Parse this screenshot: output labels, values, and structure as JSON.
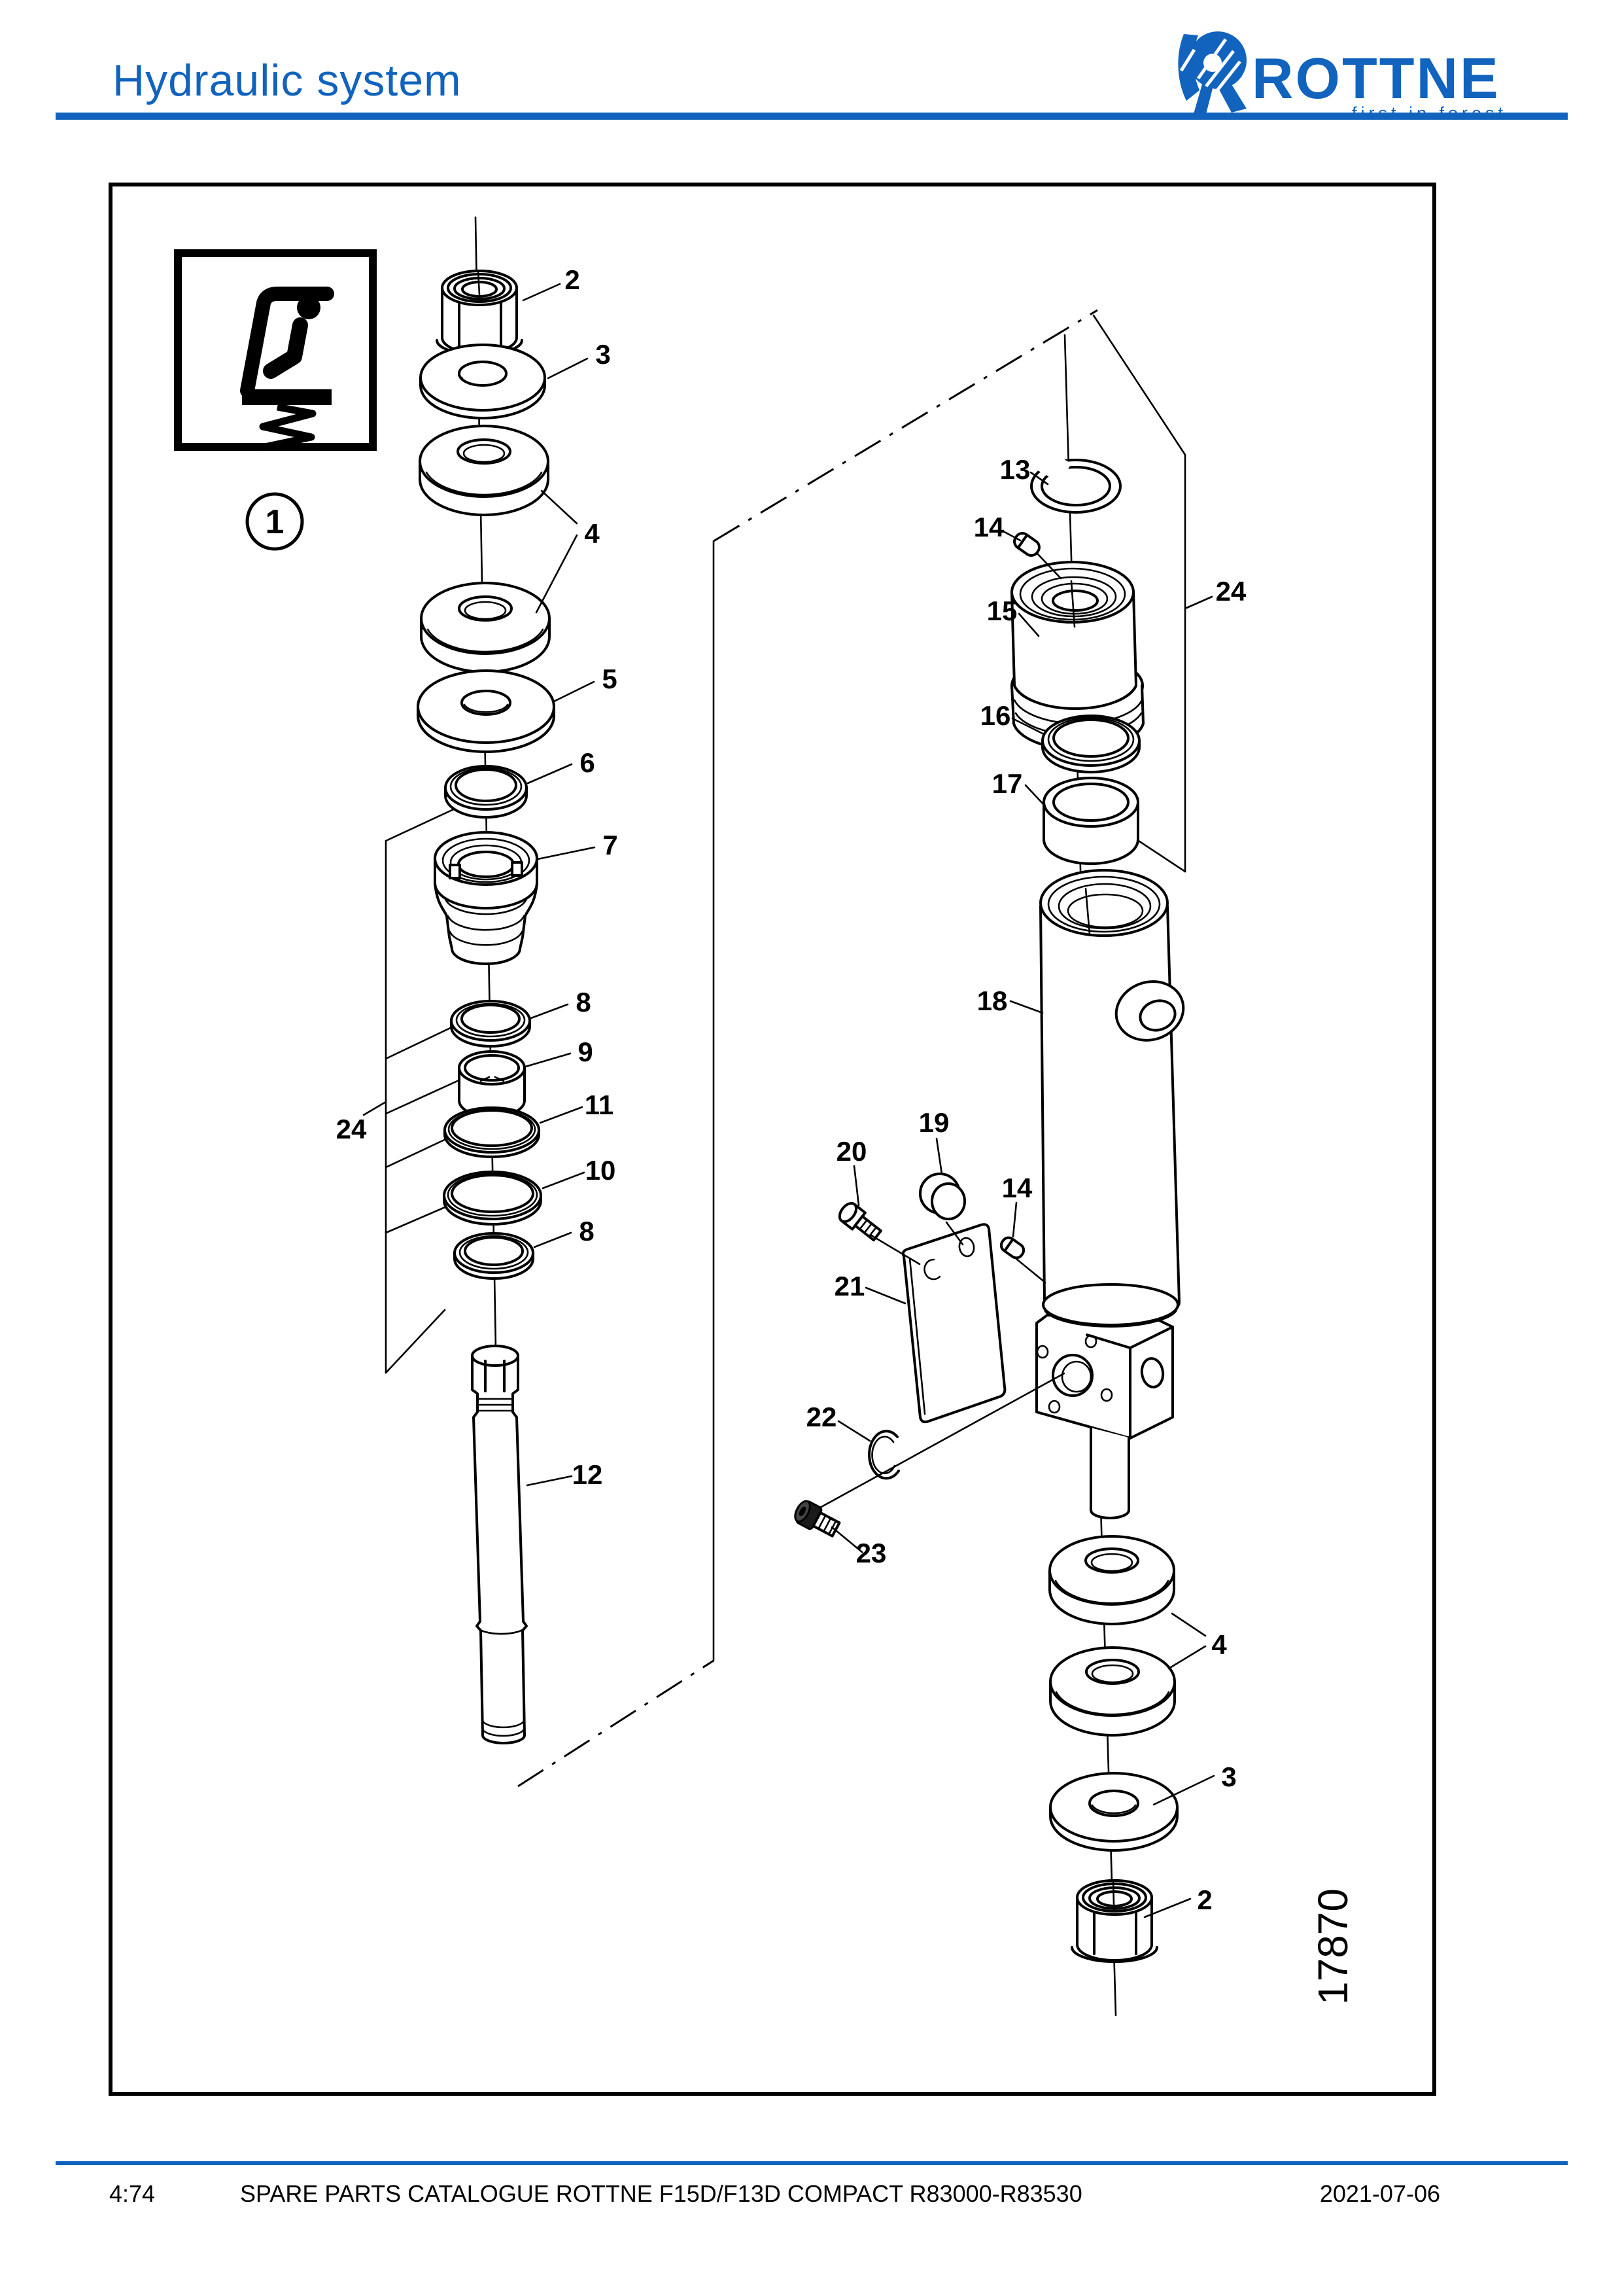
{
  "header": {
    "title": "Hydraulic system",
    "brand": {
      "name": "ROTTNE",
      "tagline": "first in forest"
    }
  },
  "footer": {
    "page_number": "4:74",
    "catalogue_title": "SPARE PARTS CATALOGUE ROTTNE F15D/F13D COMPACT R83000-R83530",
    "date": "2021-07-06"
  },
  "diagram": {
    "figure_number": "17870",
    "assembly_ref": "1",
    "callouts": [
      {
        "id": "nut-top",
        "label": "2"
      },
      {
        "id": "washer-top",
        "label": "3"
      },
      {
        "id": "rubber-buffers-left",
        "label": "4"
      },
      {
        "id": "washer-large",
        "label": "5"
      },
      {
        "id": "seal-ring",
        "label": "6"
      },
      {
        "id": "gland-nut",
        "label": "7"
      },
      {
        "id": "back-up-ring-upper",
        "label": "8"
      },
      {
        "id": "guide-ring",
        "label": "9"
      },
      {
        "id": "o-ring-large",
        "label": "11"
      },
      {
        "id": "support-ring",
        "label": "10"
      },
      {
        "id": "back-up-ring-lower",
        "label": "8"
      },
      {
        "id": "seal-kit-left",
        "label": "24"
      },
      {
        "id": "piston-rod",
        "label": "12"
      },
      {
        "id": "circlip",
        "label": "13"
      },
      {
        "id": "pin-upper",
        "label": "14"
      },
      {
        "id": "piston",
        "label": "15"
      },
      {
        "id": "seal-kit-right",
        "label": "24"
      },
      {
        "id": "piston-seal",
        "label": "16"
      },
      {
        "id": "bearing-ring",
        "label": "17"
      },
      {
        "id": "cylinder-tube",
        "label": "18"
      },
      {
        "id": "plug",
        "label": "19"
      },
      {
        "id": "screw-small",
        "label": "20"
      },
      {
        "id": "pin-lower",
        "label": "14"
      },
      {
        "id": "bracket-plate",
        "label": "21"
      },
      {
        "id": "lock-ring",
        "label": "22"
      },
      {
        "id": "socket-screw",
        "label": "23"
      },
      {
        "id": "rubber-buffers-right",
        "label": "4"
      },
      {
        "id": "washer-bottom",
        "label": "3"
      },
      {
        "id": "nut-bottom",
        "label": "2"
      }
    ]
  },
  "colors": {
    "accent_blue": "#1163BD",
    "line": "#000000"
  }
}
